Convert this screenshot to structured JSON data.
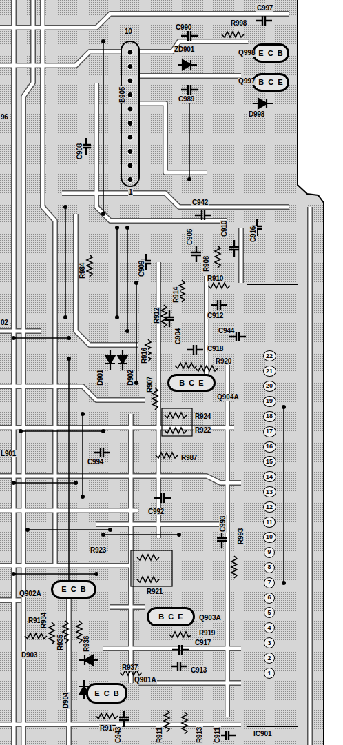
{
  "diagram": {
    "nodes": [
      {
        "text": [
          "Q998",
          "E C B"
        ]
      },
      {
        "text": [
          "Q997",
          "B C E"
        ]
      },
      {
        "text": [
          "IC901"
        ]
      },
      {
        "text": [
          "22"
        ],
        "in": 2
      },
      {
        "text": [
          "21"
        ],
        "in": 2
      },
      {
        "text": [
          "20"
        ],
        "in": 2
      },
      {
        "text": [
          "19"
        ],
        "in": 2
      },
      {
        "text": [
          "18"
        ],
        "in": 2
      },
      {
        "text": [
          "17"
        ],
        "in": 2
      },
      {
        "text": [
          "16"
        ],
        "in": 2
      },
      {
        "text": [
          "15"
        ],
        "in": 2
      },
      {
        "text": [
          "14"
        ],
        "in": 2
      },
      {
        "text": [
          "13"
        ],
        "in": 2
      },
      {
        "text": [
          "12"
        ],
        "in": 2
      },
      {
        "text": [
          "11"
        ],
        "in": 2
      },
      {
        "text": [
          "10"
        ],
        "in": 2
      },
      {
        "text": [
          "9"
        ],
        "in": 2
      },
      {
        "text": [
          "8"
        ],
        "in": 2
      },
      {
        "text": [
          "7"
        ],
        "in": 2
      },
      {
        "text": [
          "6"
        ],
        "in": 2
      },
      {
        "text": [
          "5"
        ],
        "in": 2
      },
      {
        "text": [
          "4"
        ],
        "in": 2
      },
      {
        "text": [
          "3"
        ],
        "in": 2
      },
      {
        "text": [
          "2"
        ],
        "in": 2
      },
      {
        "text": [
          "1"
        ],
        "in": 2
      },
      {
        "text": [
          "Q904A",
          "B C E"
        ]
      },
      {
        "text": [
          "Q902A",
          "E C B"
        ]
      },
      {
        "text": [
          "Q903A",
          "B C E"
        ]
      },
      {
        "text": [
          "Q901A",
          "E C B"
        ]
      }
    ],
    "labels": [
      "C997",
      "R998",
      "C990",
      "ZD901",
      "C989",
      "D998",
      "10",
      "B905",
      "1",
      "96",
      "C908",
      "R984",
      "02",
      "L901",
      "C942",
      "C916",
      "C909",
      "C906",
      "R908",
      "C910",
      "R910",
      "R914",
      "R912",
      "C904",
      "C912",
      "C944",
      "C918",
      "R920",
      "R916",
      "D901",
      "D902",
      "R907",
      "R924",
      "R922",
      "C994",
      "R987",
      "C992",
      "C993",
      "R993",
      "R923",
      "R921",
      "R919",
      "R918",
      "R934",
      "R935",
      "R936",
      "C917",
      "C913",
      "D903",
      "R937",
      "D904",
      "R917",
      "C943",
      "R911",
      "R913",
      "C911"
    ]
  }
}
